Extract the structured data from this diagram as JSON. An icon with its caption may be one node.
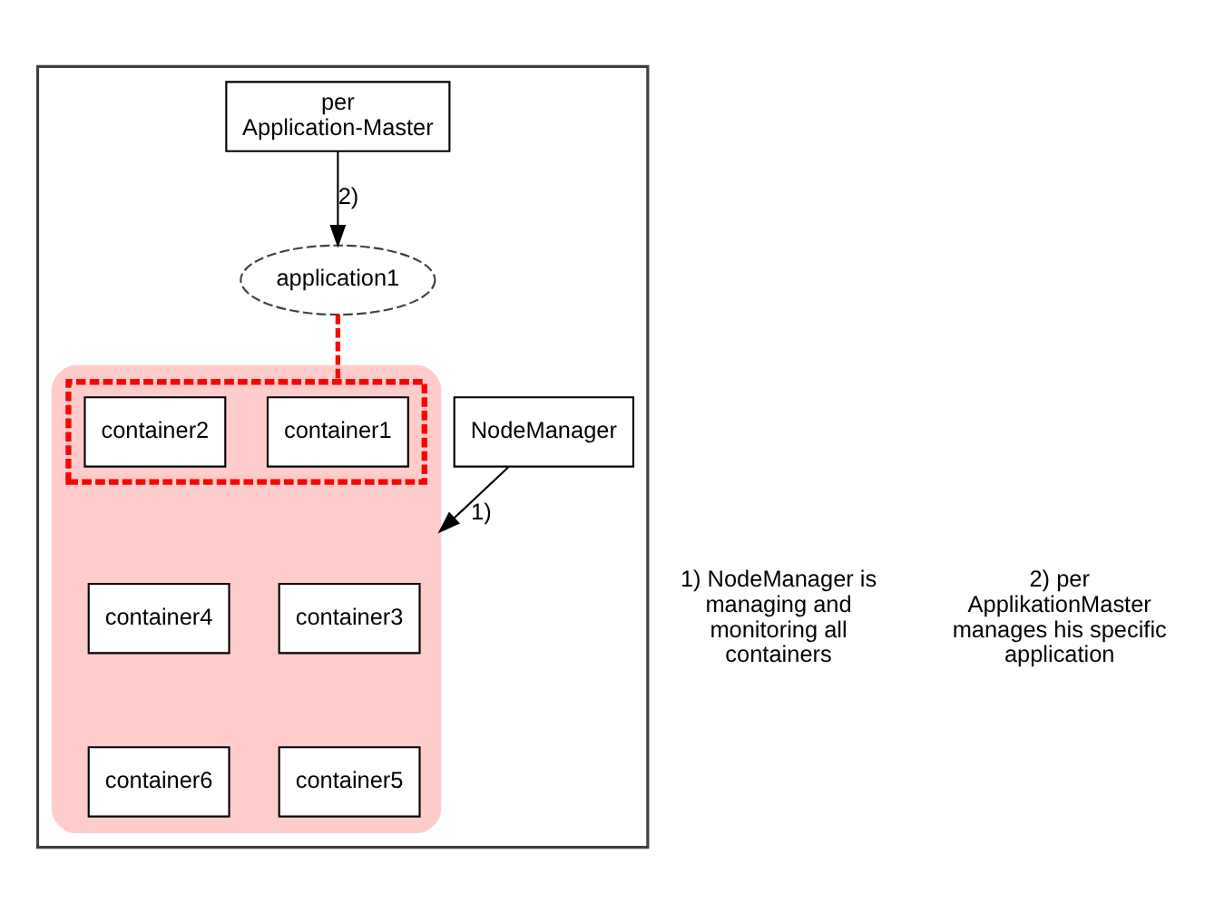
{
  "diagram": {
    "nodes": [
      {
        "text": [],
        "shape": "box"
      },
      {
        "text": [
          "NodeManager"
        ],
        "in": 0
      },
      {
        "text": [
          "per Application-Master"
        ],
        "in": 0
      },
      {
        "text": [
          "application1"
        ],
        "in": 0
      },
      {
        "text": [],
        "shape": "box",
        "in": 0
      },
      {
        "text": [],
        "shape": "box",
        "in": 4
      },
      {
        "text": [
          "container1"
        ],
        "in": 5
      },
      {
        "text": [
          "container2"
        ],
        "in": 5
      },
      {
        "text": [
          "container3"
        ],
        "in": 4
      },
      {
        "text": [
          "container4"
        ],
        "in": 4
      },
      {
        "text": [
          "container5"
        ],
        "in": 4
      },
      {
        "text": [
          "container6"
        ],
        "in": 4
      }
    ],
    "edges": [
      {
        "from": 1,
        "to": 4,
        "arrow": "to",
        "label": "1)"
      },
      {
        "from": 2,
        "to": 3,
        "arrow": "to",
        "label": "2)"
      },
      {
        "from": 3,
        "to": 5,
        "arrow": "none",
        "style": "dashed",
        "color": "#ff0000"
      }
    ],
    "labels": [
      "1) NodeManager is managing and monitoring all containers",
      "2) per ApplikationMaster manages his specific application"
    ]
  }
}
